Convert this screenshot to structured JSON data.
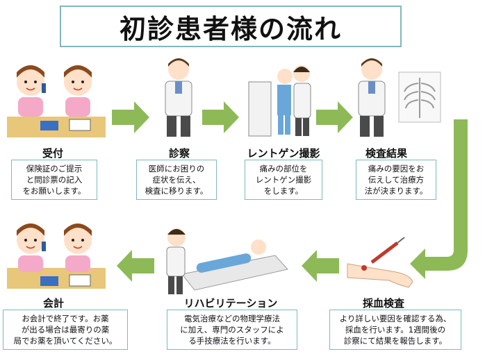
{
  "title": "初診患者様の流れ",
  "colors": {
    "arrow": "#8dba57",
    "border": "#7fb7bd"
  },
  "steps": [
    {
      "label": "受付",
      "lines": [
        "保険証のご提示",
        "と問診票の記入",
        "をお願いします。"
      ]
    },
    {
      "label": "診察",
      "lines": [
        "医師にお困りの",
        "症状を伝え、",
        "検査に移ります。"
      ]
    },
    {
      "label": "レントゲン撮影",
      "lines": [
        "痛みの部位を",
        "レントゲン撮影",
        "をします。"
      ]
    },
    {
      "label": "検査結果",
      "lines": [
        "痛みの要因をお",
        "伝えして治療方",
        "法が決まります。"
      ]
    },
    {
      "label": "採血検査",
      "lines": [
        "より詳しい要因を確認する為、",
        "採血を行います。1週間後の",
        "診察にて結果を報告します。"
      ]
    },
    {
      "label": "リハビリテーション",
      "lines": [
        "電気治療などの物理学療法",
        "に加え、専門のスタッフによ",
        "る手技療法を行います。"
      ]
    },
    {
      "label": "会計",
      "lines": [
        "お会計で終了です。お薬",
        "が出る場合は最寄りの薬",
        "局でお薬を頂いてください。"
      ]
    }
  ]
}
